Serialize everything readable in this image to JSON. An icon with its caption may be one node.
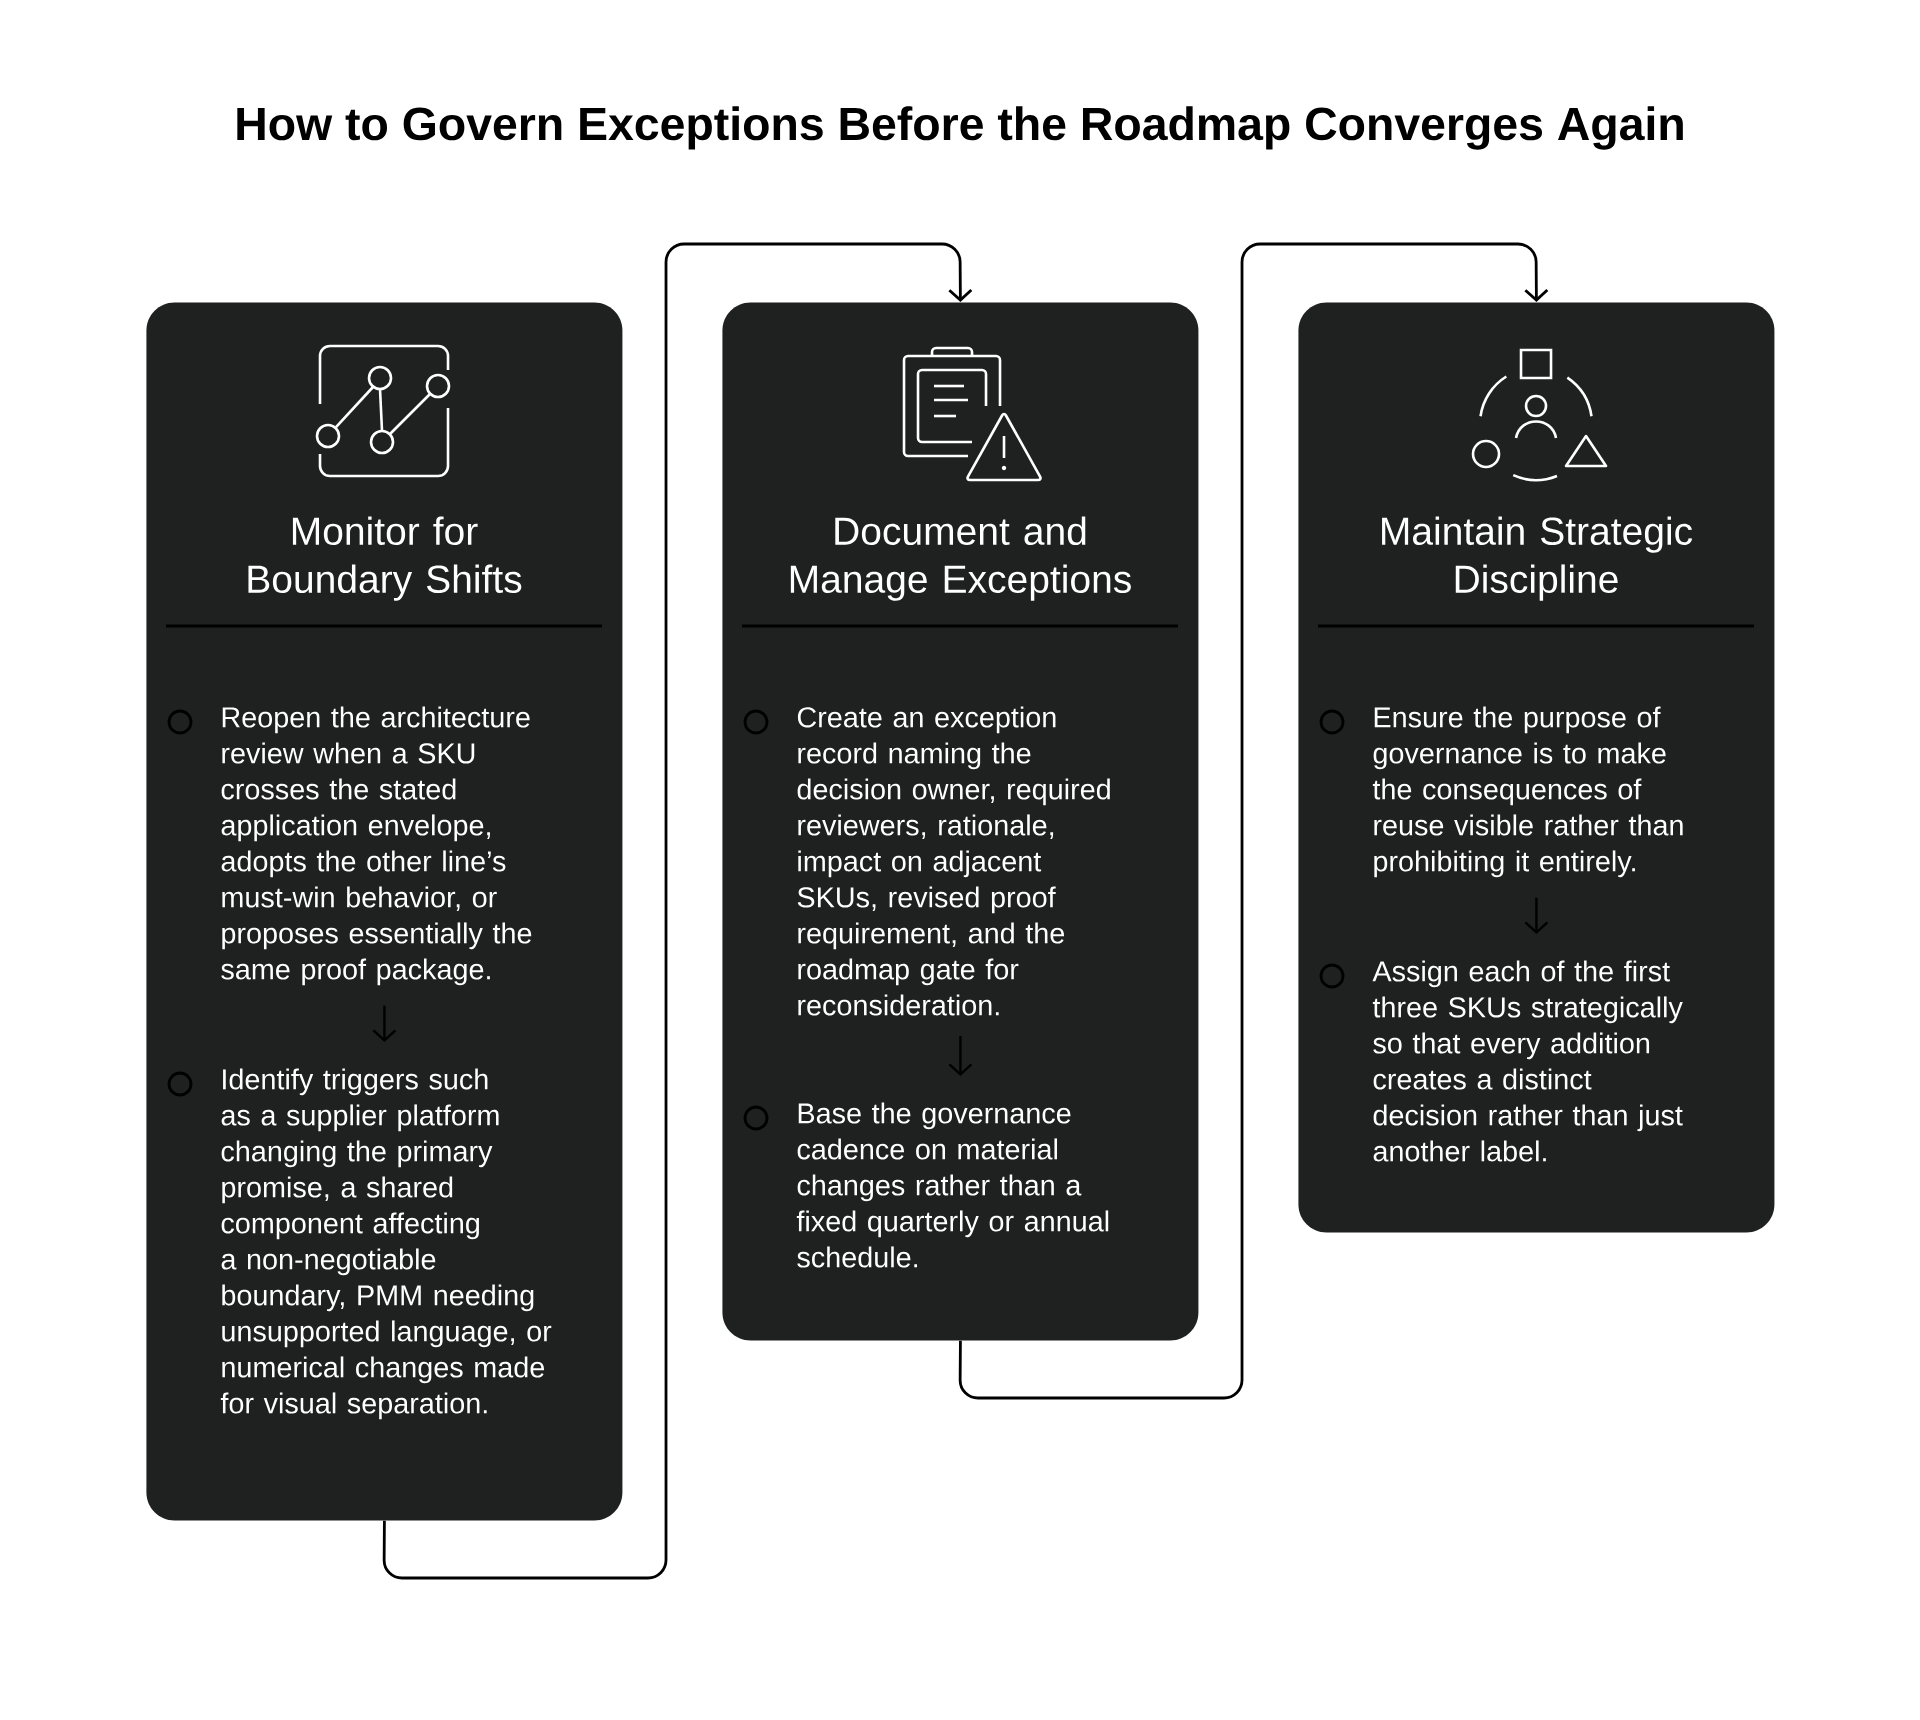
{
  "diagram": {
    "title": "How to Govern Exceptions Before the Roadmap Converges Again",
    "nodes": [
      {
        "text": [
          "Monitor for Boundary Shifts"
        ]
      },
      {
        "text": [
          "Reopen the architecture review when a SKU crosses the stated application envelope, adopts the other line’s must-win behavior, or proposes essentially the same proof package."
        ],
        "in": 0
      },
      {
        "text": [
          "Identify triggers such as a supplier platform changing the primary promise, a shared component affecting a non-negotiable boundary, PMM needing unsupported language, or numerical changes made for visual separation."
        ],
        "in": 0
      },
      {
        "text": [
          "Document and Manage Exceptions"
        ]
      },
      {
        "text": [
          "Create an exception record naming the decision owner, required reviewers, rationale, impact on adjacent SKUs, revised proof requirement, and the roadmap gate for reconsideration."
        ],
        "in": 3
      },
      {
        "text": [
          "Base the governance cadence on material changes rather than a fixed quarterly or annual schedule."
        ],
        "in": 3
      },
      {
        "text": [
          "Maintain Strategic Discipline"
        ]
      },
      {
        "text": [
          "Ensure the purpose of governance is to make the consequences of reuse visible rather than prohibiting it entirely."
        ],
        "in": 6
      },
      {
        "text": [
          "Assign each of the first three SKUs strategically so that every addition creates a distinct decision rather than just another label."
        ],
        "in": 6
      }
    ],
    "edges": [
      {
        "from": 1,
        "to": 2,
        "arrow": "to"
      },
      {
        "from": 0,
        "to": 3,
        "arrow": "to"
      },
      {
        "from": 4,
        "to": 5,
        "arrow": "to"
      },
      {
        "from": 3,
        "to": 6,
        "arrow": "to"
      },
      {
        "from": 7,
        "to": 8,
        "arrow": "to"
      }
    ]
  }
}
